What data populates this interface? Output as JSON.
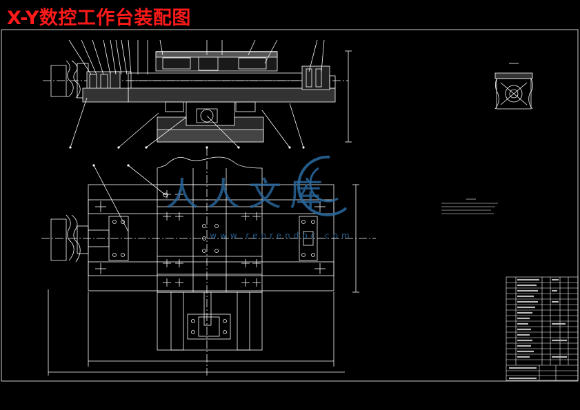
{
  "title": "X-Y数控工作台装配图",
  "watermark": {
    "brand_text": "人人文库",
    "url_text": "www.renrendoc.com"
  },
  "colors": {
    "background": "#000000",
    "title": "#ff1a1a",
    "lines": "#ffffff",
    "watermark": "#2a6aa0"
  }
}
